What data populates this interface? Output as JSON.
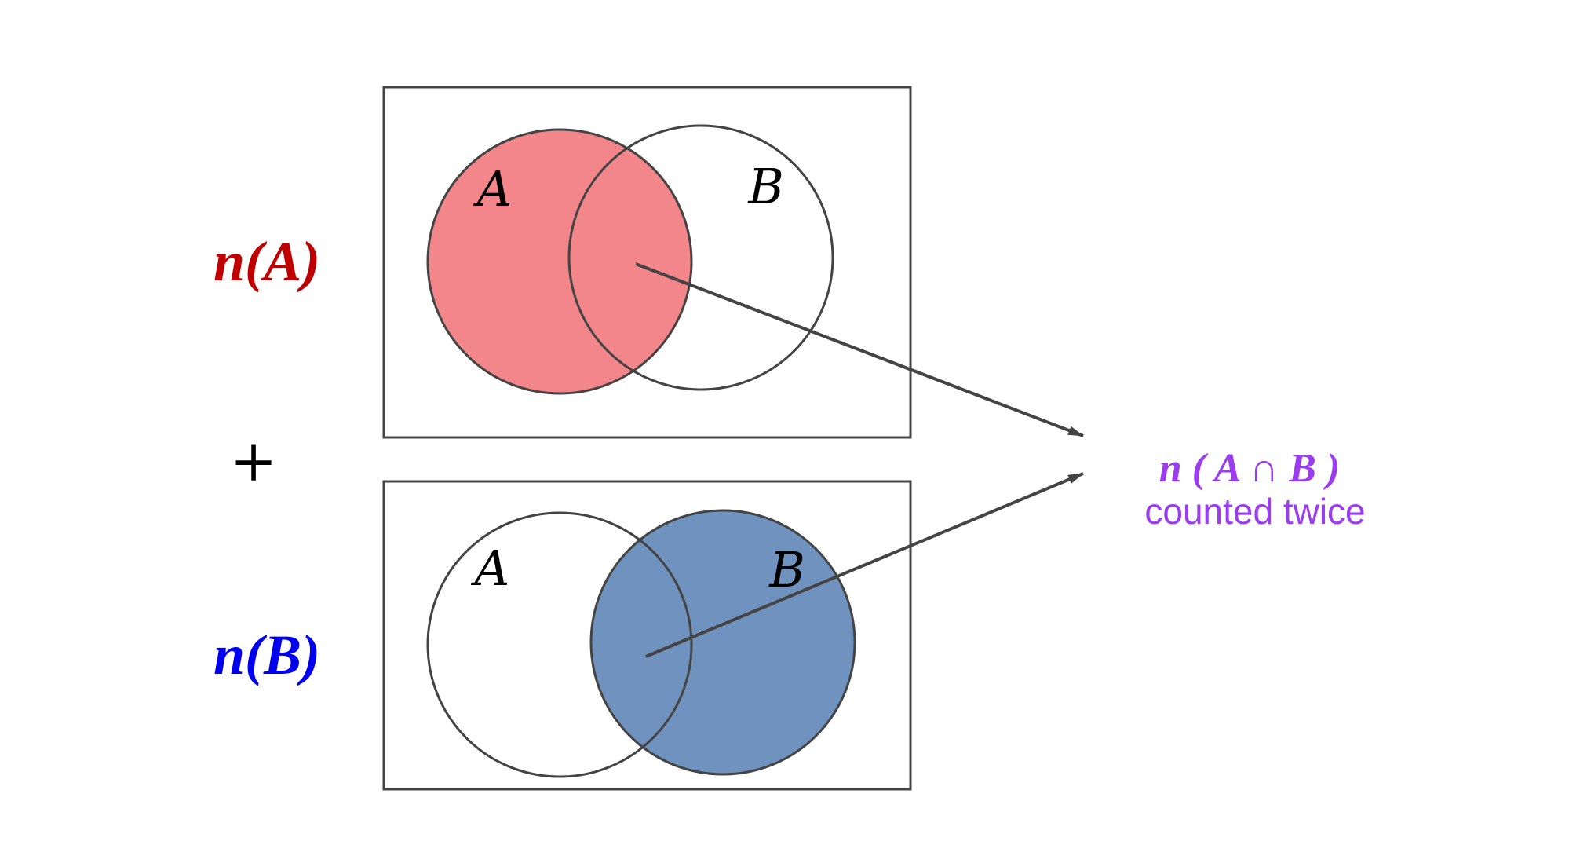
{
  "colors": {
    "set_a_fill": "#f2868b",
    "set_b_fill": "#6f93be",
    "n_a_label": "#c00000",
    "n_b_label": "#0000ee",
    "callout": "#9b3cf0",
    "stroke": "#444444"
  },
  "top_panel": {
    "count_label": "n(A)",
    "set_a_label": "A",
    "set_b_label": "B",
    "shaded_set": "A"
  },
  "operator": "+",
  "bottom_panel": {
    "count_label": "n(B)",
    "set_a_label": "A",
    "set_b_label": "B",
    "shaded_set": "B"
  },
  "callout": {
    "formula": "n ( A ∩ B )",
    "note": "counted twice"
  }
}
